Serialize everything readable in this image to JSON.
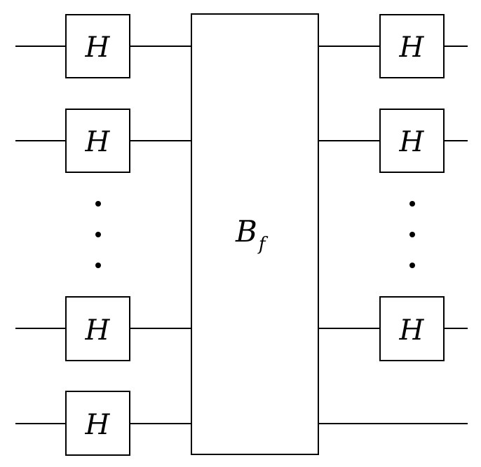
{
  "diagram": {
    "gate_label": "H",
    "oracle": {
      "label": "B",
      "subscript": "f"
    }
  }
}
